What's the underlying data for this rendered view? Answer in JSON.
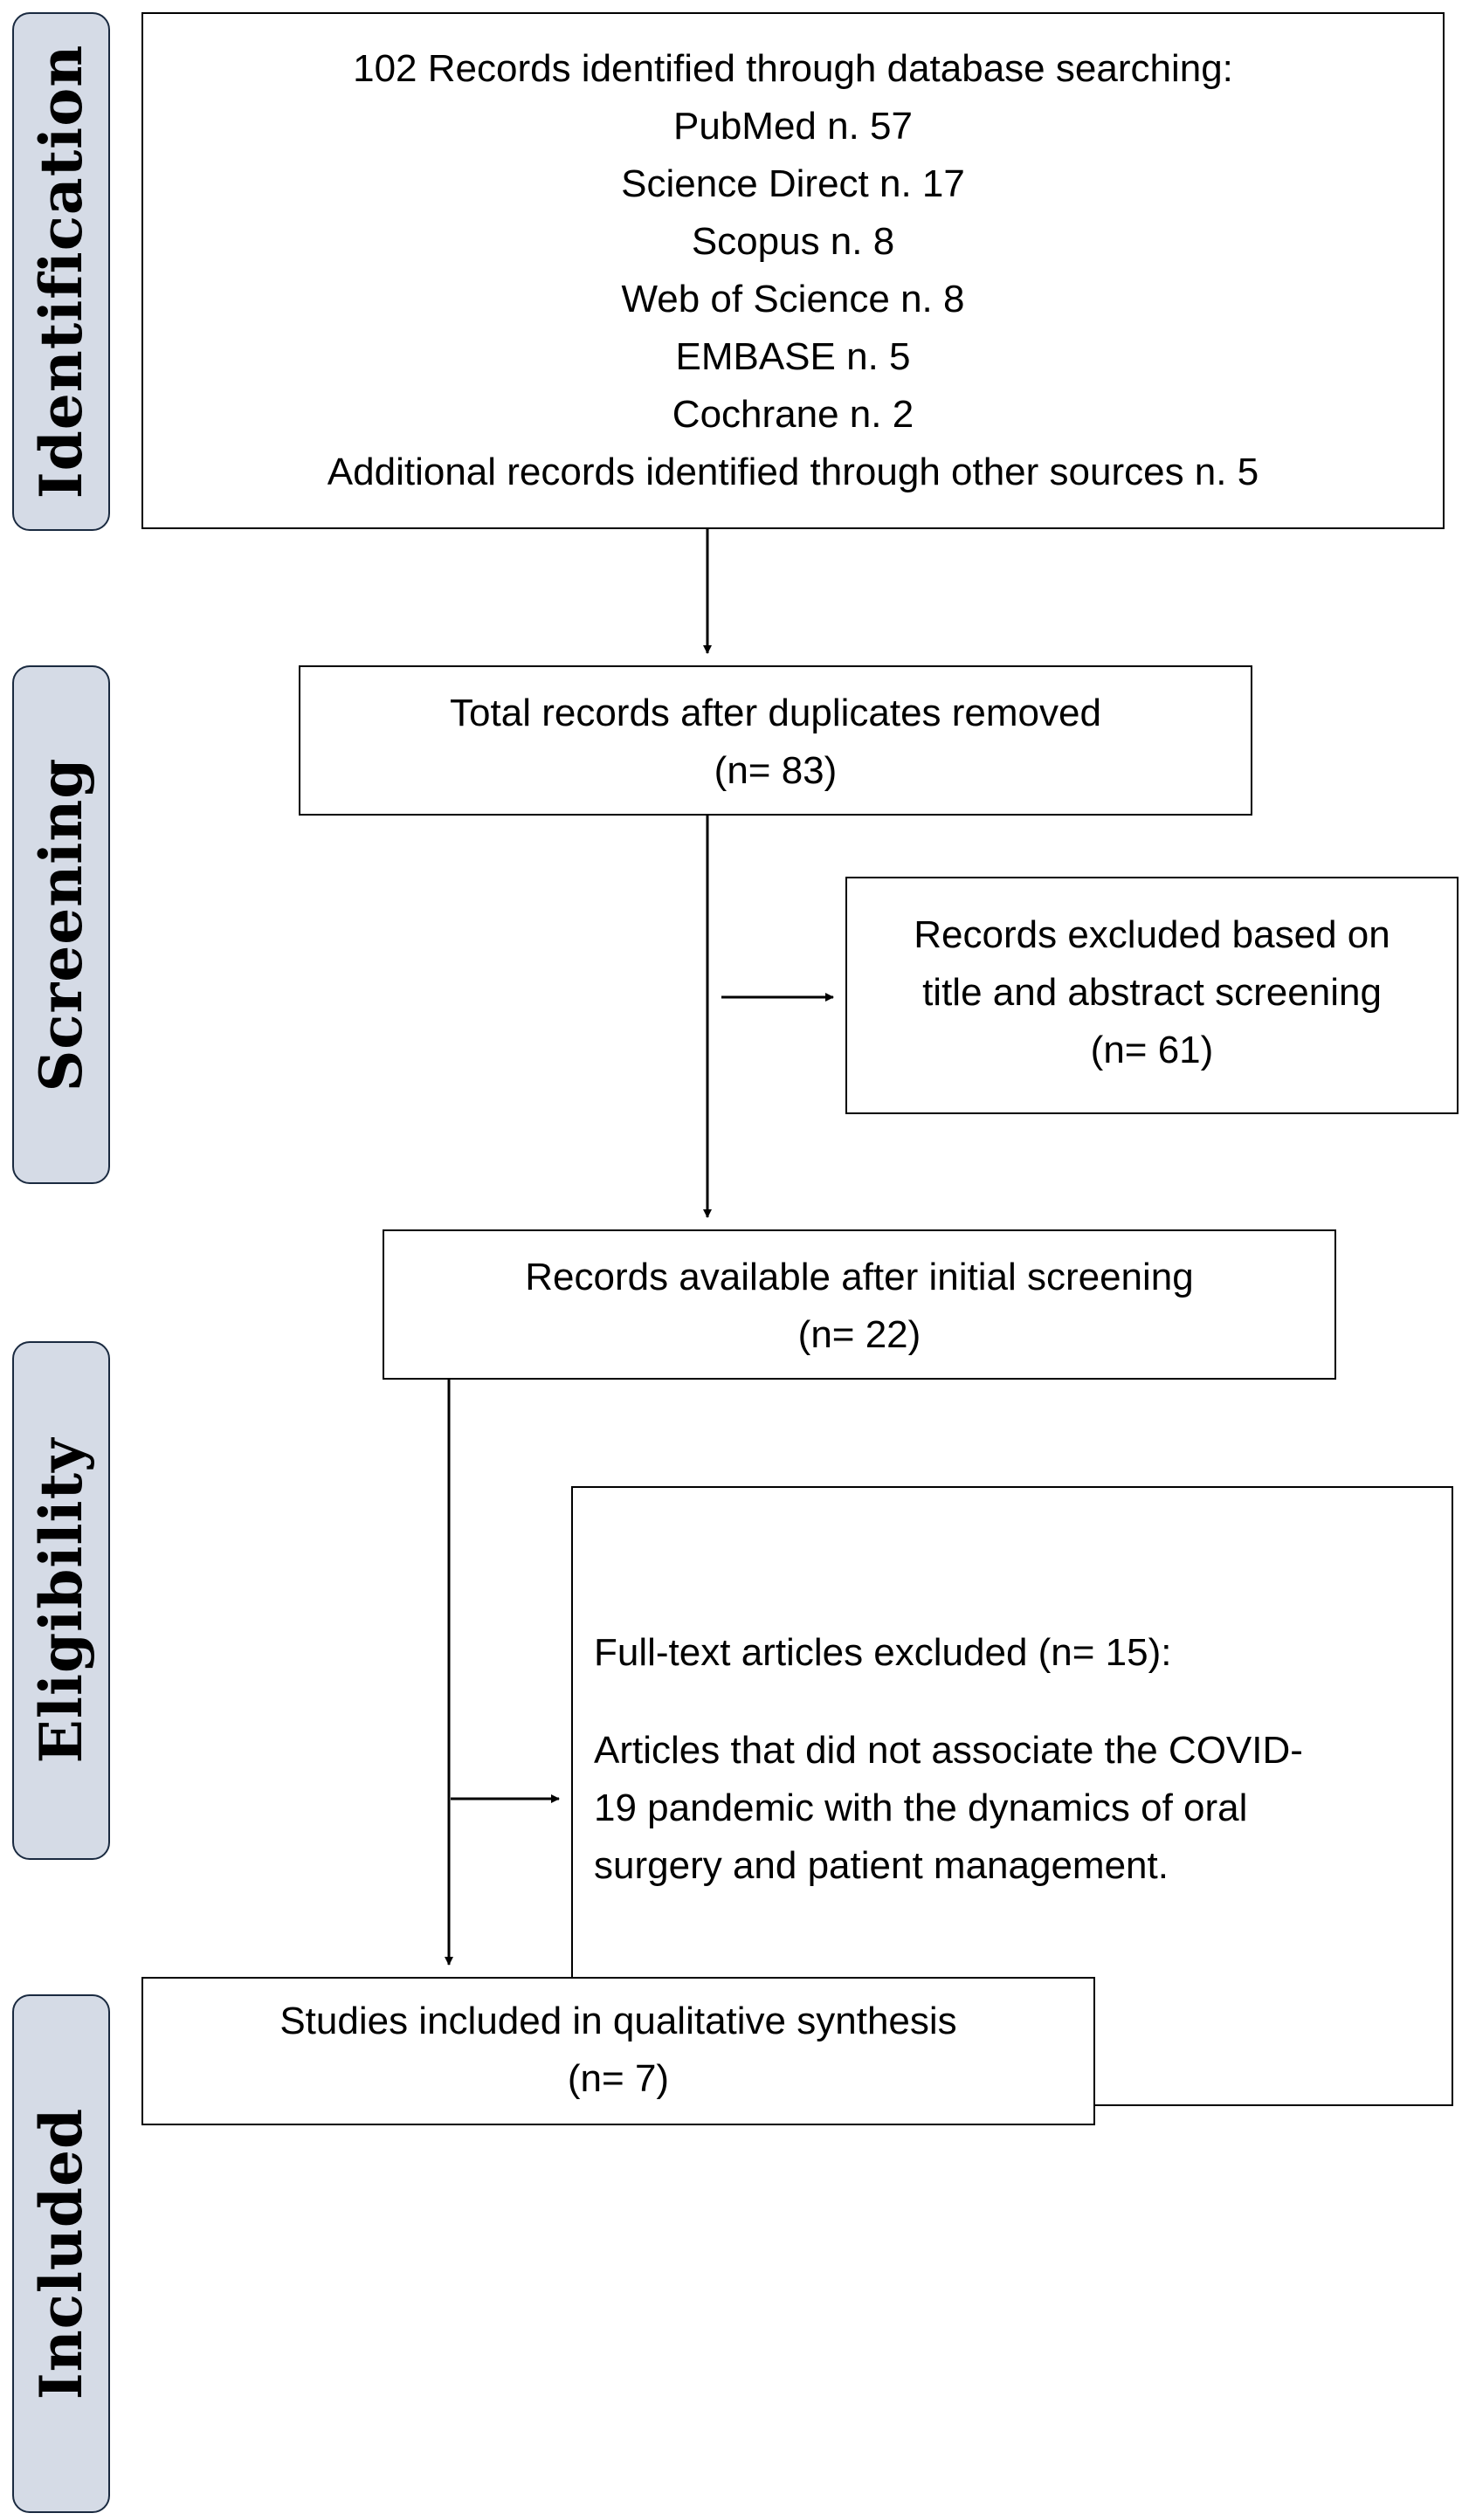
{
  "stages": {
    "identification": "Identification",
    "screening": "Screening",
    "eligibility": "Eligibility",
    "included": "Included"
  },
  "boxes": {
    "identification": {
      "lines": [
        "102 Records identified through database searching:",
        "PubMed n. 57",
        "Science Direct n. 17",
        "Scopus n. 8",
        "Web of Science n. 8",
        "EMBASE n. 5",
        "Cochrane n. 2",
        "Additional records identified through other sources n. 5"
      ]
    },
    "after_duplicates": {
      "lines": [
        "Total records after duplicates removed",
        "(n= 83)"
      ]
    },
    "excluded_screening": {
      "lines": [
        "Records excluded based on",
        "title and abstract screening",
        "(n= 61)"
      ]
    },
    "available_after_screening": {
      "lines": [
        "Records available after initial screening",
        "(n= 22)"
      ]
    },
    "fulltext_excluded": {
      "heading": "Full-text articles excluded (n= 15):",
      "lines": [
        "Articles that did not associate the COVID-",
        "19 pandemic with the dynamics of oral",
        "surgery and patient management."
      ]
    },
    "included": {
      "lines": [
        "Studies included in qualitative synthesis",
        "(n= 7)"
      ]
    }
  },
  "colors": {
    "stage_fill": "#d5dbe6",
    "stage_border": "#1a2a40",
    "box_border": "#000000",
    "arrow": "#000000"
  }
}
